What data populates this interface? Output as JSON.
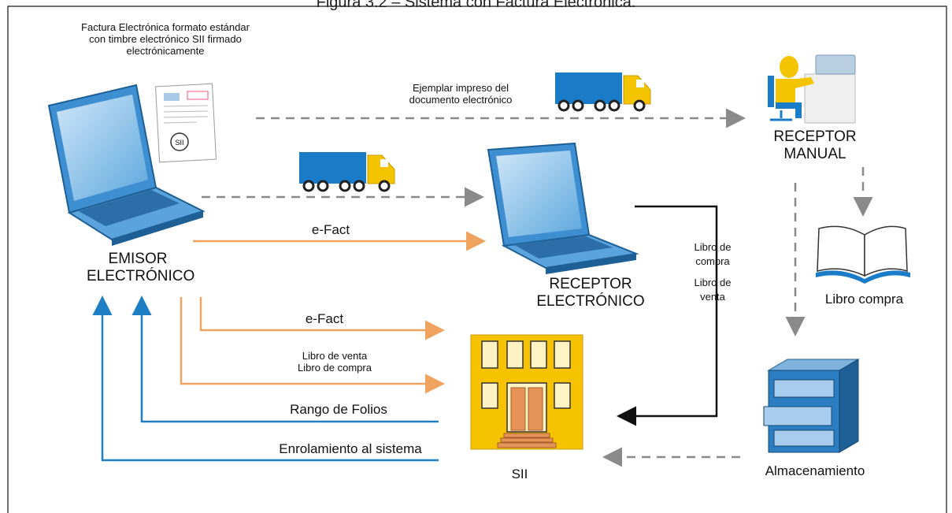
{
  "figure_title": "Figura 3.2 – Sistema con Factura Electrónica.",
  "nodes": {
    "emisor": {
      "line1": "EMISOR",
      "line2": "ELECTRÓNICO"
    },
    "receptor_electronico": {
      "line1": "RECEPTOR",
      "line2": "ELECTRÓNICO"
    },
    "receptor_manual": {
      "line1": "RECEPTOR",
      "line2": "MANUAL"
    },
    "sii": {
      "label": "SII"
    },
    "libro_compra": {
      "label": "Libro compra"
    },
    "almacenamiento": {
      "label": "Almacenamiento"
    }
  },
  "invoice_caption": {
    "line1": "Factura Electrónica formato estándar",
    "line2": "con timbre electrónico SII firmado",
    "line3": "electrónicamente"
  },
  "edges": {
    "printed_copy": {
      "line1": "Ejemplar impreso del",
      "line2": "documento electrónico"
    },
    "efact_receptor": "e-Fact",
    "efact_sii": "e-Fact",
    "libros_sii": {
      "line1": "Libro de venta",
      "line2": "Libro de compra"
    },
    "libros_receptor": {
      "line1": "Libro de",
      "line2": "compra",
      "line3": "Libro de",
      "line4": "venta"
    },
    "rango_folios": "Rango de Folios",
    "enrolamiento": "Enrolamiento al sistema"
  },
  "colors": {
    "orange": "#f0a35e",
    "blue": "#1f7fc4",
    "gray": "#7a7a7a",
    "laptop": "#3d8fd1",
    "truck": "#1a7cc8",
    "truck_cab": "#f5c400",
    "building": "#f7c300"
  }
}
